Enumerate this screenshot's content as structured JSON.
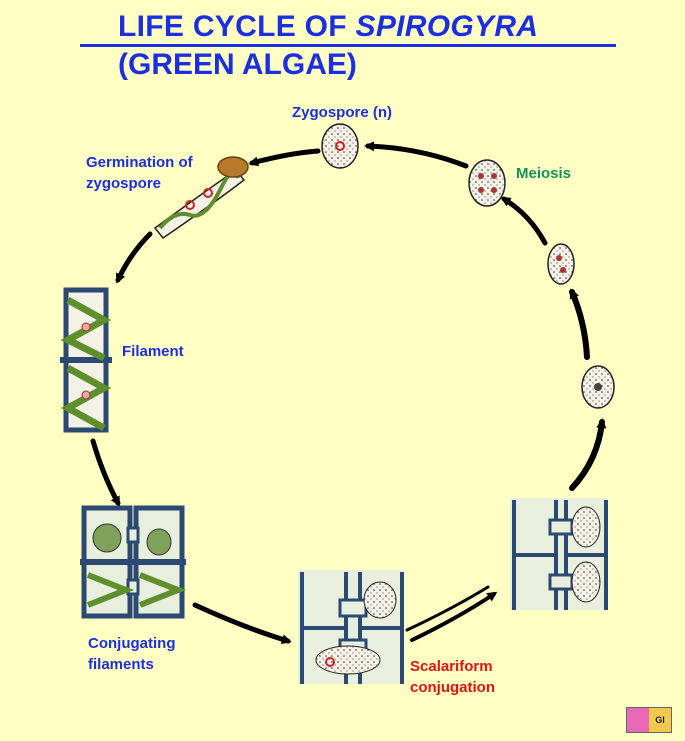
{
  "header": {
    "title_prefix": "LIFE CYCLE OF ",
    "title_italic": "SPIROGYRA",
    "subtitle": "(GREEN ALGAE)"
  },
  "labels": {
    "zygospore": "Zygospore (n)",
    "germination_line1": "Germination of",
    "germination_line2": "zygospore",
    "meiosis": "Meiosis",
    "filament": "Filament",
    "conjugating_line1": "Conjugating",
    "conjugating_line2": "filaments",
    "scalariform_line1": "Scalariform",
    "scalariform_line2": "conjugation"
  },
  "logo": {
    "right_text": "GI"
  },
  "colors": {
    "background": "#ffffc4",
    "title": "#1b2fe0",
    "label_blue": "#1b2fe0",
    "label_green": "#12935a",
    "label_red": "#e4130f",
    "arrow": "#000000",
    "cell_wall": "#2a4a74",
    "chloroplast": "#5e8f2c",
    "cell_fill": "#f4f1e6"
  },
  "icons": [
    "arrow-icon",
    "zygospore-icon",
    "filament-icon",
    "nucleus-icon",
    "logo-icon"
  ]
}
